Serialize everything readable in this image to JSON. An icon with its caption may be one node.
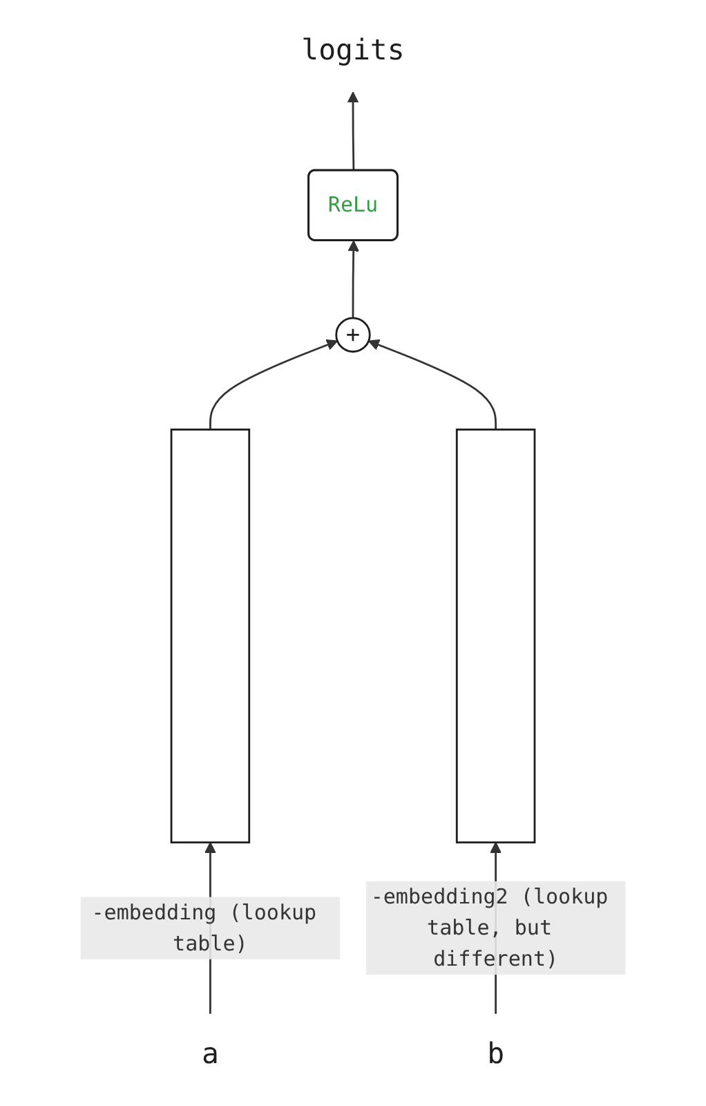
{
  "diagram": {
    "nodes": [
      {
        "text": [
          "logits"
        ]
      },
      {
        "text": [
          "ReLu"
        ]
      },
      {
        "text": [
          "+"
        ]
      },
      {
        "text": [],
        "shape": "bar"
      },
      {
        "text": [],
        "shape": "bar"
      },
      {
        "text": [
          "a"
        ]
      },
      {
        "text": [
          "b"
        ]
      }
    ],
    "edges": [
      {
        "from": 1,
        "to": 0,
        "arrow": "to"
      },
      {
        "from": 2,
        "to": 1,
        "arrow": "to"
      },
      {
        "from": 3,
        "to": 2,
        "arrow": "to"
      },
      {
        "from": 4,
        "to": 2,
        "arrow": "to"
      },
      {
        "from": 5,
        "to": 3,
        "arrow": "to",
        "label": "-embedding (lookup table)"
      },
      {
        "from": 6,
        "to": 4,
        "arrow": "to",
        "label": "-embedding2 (lookup table, but different)"
      }
    ]
  }
}
